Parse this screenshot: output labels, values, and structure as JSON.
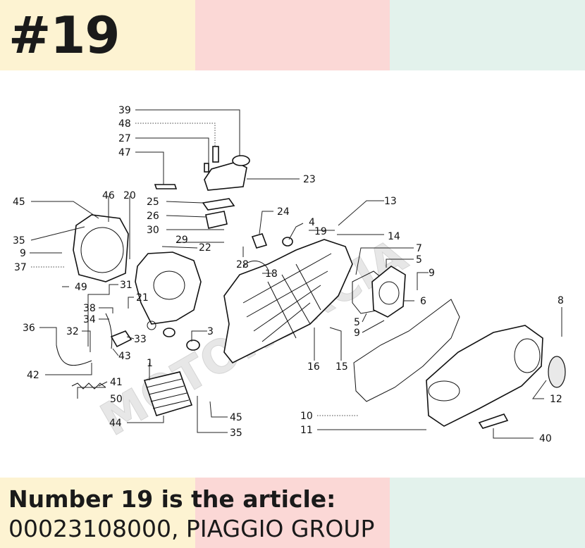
{
  "header": {
    "title": "#19"
  },
  "watermark": "MOTORURCIA",
  "diagram": {
    "callouts": [
      {
        "id": "c39",
        "text": "39"
      },
      {
        "id": "c48",
        "text": "48"
      },
      {
        "id": "c27",
        "text": "27"
      },
      {
        "id": "c47",
        "text": "47"
      },
      {
        "id": "c23",
        "text": "23"
      },
      {
        "id": "c25",
        "text": "25"
      },
      {
        "id": "c26",
        "text": "26"
      },
      {
        "id": "c30",
        "text": "30"
      },
      {
        "id": "c29",
        "text": "29"
      },
      {
        "id": "c22",
        "text": "22"
      },
      {
        "id": "c24",
        "text": "24"
      },
      {
        "id": "c4",
        "text": "4"
      },
      {
        "id": "c19",
        "text": "19"
      },
      {
        "id": "c13",
        "text": "13"
      },
      {
        "id": "c14",
        "text": "14"
      },
      {
        "id": "c45a",
        "text": "45"
      },
      {
        "id": "c46",
        "text": "46"
      },
      {
        "id": "c20",
        "text": "20"
      },
      {
        "id": "c35a",
        "text": "35"
      },
      {
        "id": "c9a",
        "text": "9"
      },
      {
        "id": "c37",
        "text": "37"
      },
      {
        "id": "c49",
        "text": "49"
      },
      {
        "id": "c31",
        "text": "31"
      },
      {
        "id": "c21",
        "text": "21"
      },
      {
        "id": "c28",
        "text": "28"
      },
      {
        "id": "c18",
        "text": "18"
      },
      {
        "id": "c7",
        "text": "7"
      },
      {
        "id": "c5a",
        "text": "5"
      },
      {
        "id": "c9b",
        "text": "9"
      },
      {
        "id": "c6",
        "text": "6"
      },
      {
        "id": "c5b",
        "text": "5"
      },
      {
        "id": "c9c",
        "text": "9"
      },
      {
        "id": "c38",
        "text": "38"
      },
      {
        "id": "c34",
        "text": "34"
      },
      {
        "id": "c36",
        "text": "36"
      },
      {
        "id": "c32",
        "text": "32"
      },
      {
        "id": "c33",
        "text": "33"
      },
      {
        "id": "c43",
        "text": "43"
      },
      {
        "id": "c3",
        "text": "3"
      },
      {
        "id": "c8",
        "text": "8"
      },
      {
        "id": "c16",
        "text": "16"
      },
      {
        "id": "c15",
        "text": "15"
      },
      {
        "id": "c42",
        "text": "42"
      },
      {
        "id": "c1",
        "text": "1"
      },
      {
        "id": "c41",
        "text": "41"
      },
      {
        "id": "c50",
        "text": "50"
      },
      {
        "id": "c44",
        "text": "44"
      },
      {
        "id": "c45b",
        "text": "45"
      },
      {
        "id": "c35b",
        "text": "35"
      },
      {
        "id": "c10",
        "text": "10"
      },
      {
        "id": "c11",
        "text": "11"
      },
      {
        "id": "c12",
        "text": "12"
      },
      {
        "id": "c40",
        "text": "40"
      }
    ]
  },
  "caption": {
    "line1": "Number 19 is the article:",
    "line2": "00023108000, PIAGGIO GROUP"
  },
  "colors": {
    "band_yellow": "#fdf3d2",
    "band_pink": "#fbd8d6",
    "band_mint": "#e3f2ec",
    "text": "#1a1a1a"
  }
}
